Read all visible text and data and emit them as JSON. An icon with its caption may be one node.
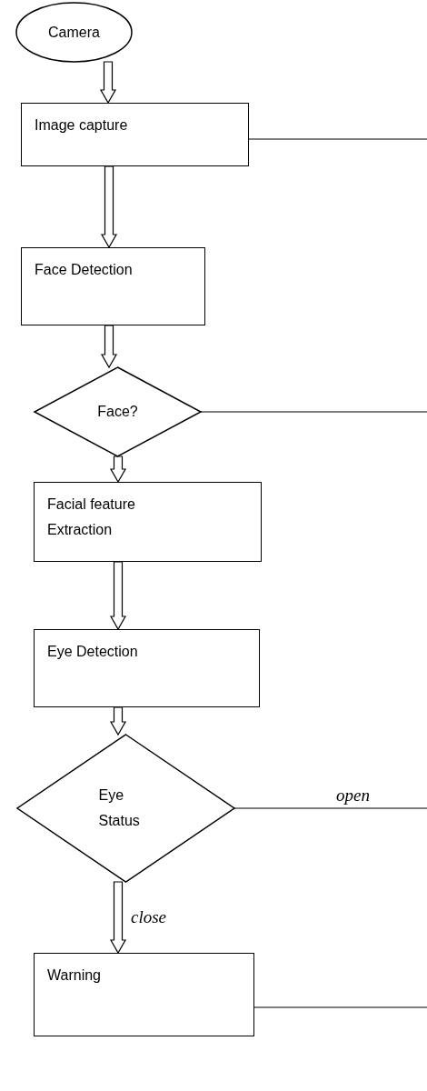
{
  "diagram": {
    "nodes": [
      {
        "text": [
          "Camera"
        ]
      },
      {
        "text": [
          "Image capture"
        ]
      },
      {
        "text": [
          "Face Detection"
        ]
      },
      {
        "text": [
          "Face?"
        ]
      },
      {
        "text": [
          "Facial feature Extraction"
        ]
      },
      {
        "text": [
          "Eye Detection"
        ]
      },
      {
        "text": [
          "Eye Status"
        ]
      },
      {
        "text": [
          "Warning"
        ]
      }
    ],
    "edges": [
      {
        "from": 0,
        "to": 1,
        "arrow": "to"
      },
      {
        "from": 1,
        "to": 2,
        "arrow": "to"
      },
      {
        "from": 2,
        "to": 3,
        "arrow": "to"
      },
      {
        "from": 3,
        "to": 4,
        "arrow": "to"
      },
      {
        "from": 4,
        "to": 5,
        "arrow": "to"
      },
      {
        "from": 5,
        "to": 6,
        "arrow": "to"
      },
      {
        "from": 6,
        "to": 7,
        "arrow": "to",
        "label": "close"
      },
      {
        "from": 1,
        "to": null,
        "arrow": "none"
      },
      {
        "from": 3,
        "to": null,
        "arrow": "none"
      },
      {
        "from": 6,
        "to": null,
        "arrow": "none",
        "label": "open"
      },
      {
        "from": 7,
        "to": null,
        "arrow": "none"
      }
    ]
  }
}
